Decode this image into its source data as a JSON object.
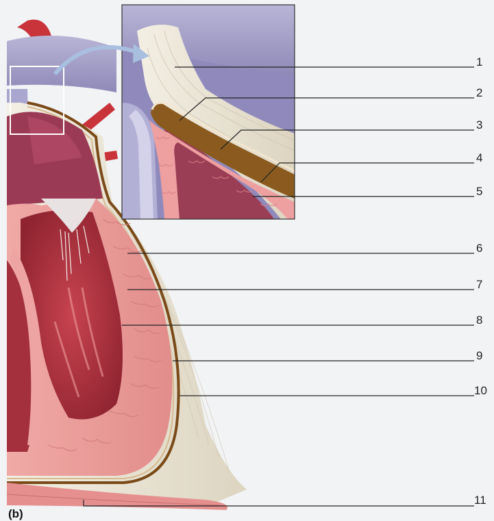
{
  "figure": {
    "panel_label": "(b)",
    "labels": [
      "1",
      "2",
      "3",
      "4",
      "5",
      "6",
      "7",
      "8",
      "9",
      "10",
      "11"
    ]
  },
  "colors": {
    "background": "#f2f3f5",
    "fibrous_pericardium": "#e8e2d3",
    "pericardial_cavity": "#8a5a1e",
    "myocardium": "#e99a9a",
    "chamber": "#b0303e",
    "great_vessels": "#a8a3c8",
    "aorta": "#c8343a",
    "leader_line": "#222222"
  }
}
